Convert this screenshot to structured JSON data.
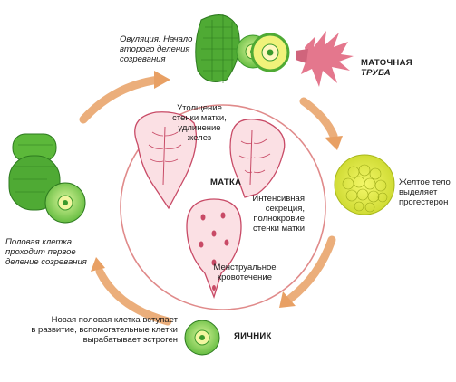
{
  "labels": {
    "ovulation": [
      "Овуляция. Начало",
      "второго деления",
      "созревания"
    ],
    "tube": [
      "МАТОЧНАЯ",
      "ТРУБА"
    ],
    "corpus_luteum": [
      "Желтое тело",
      "выделяет",
      "прогестерон"
    ],
    "ovary": "ЯИЧНИК",
    "new_cell": [
      "Новая половая клетка вступает",
      "в развитие, вспомогательные клетки",
      "вырабатывает эстроген"
    ],
    "first_division": [
      "Половая клетка",
      "проходит первое",
      "деление созревания"
    ],
    "uterus": "МАТКА",
    "thickening": [
      "Утолщение",
      "стенки матки,",
      "удлинение",
      "желез"
    ],
    "secretion": [
      "Интенсивная",
      "секреция,",
      "полнокровие",
      "стенки матки"
    ],
    "menstruation": [
      "Менструальное",
      "кровотечение"
    ]
  },
  "colors": {
    "arrow": "#e8a064",
    "circle": "#e08a8a",
    "green_dark": "#3c9a2c",
    "green_light": "#8fd65a",
    "yellow": "#e6ec3c",
    "pink": "#e0607a"
  }
}
